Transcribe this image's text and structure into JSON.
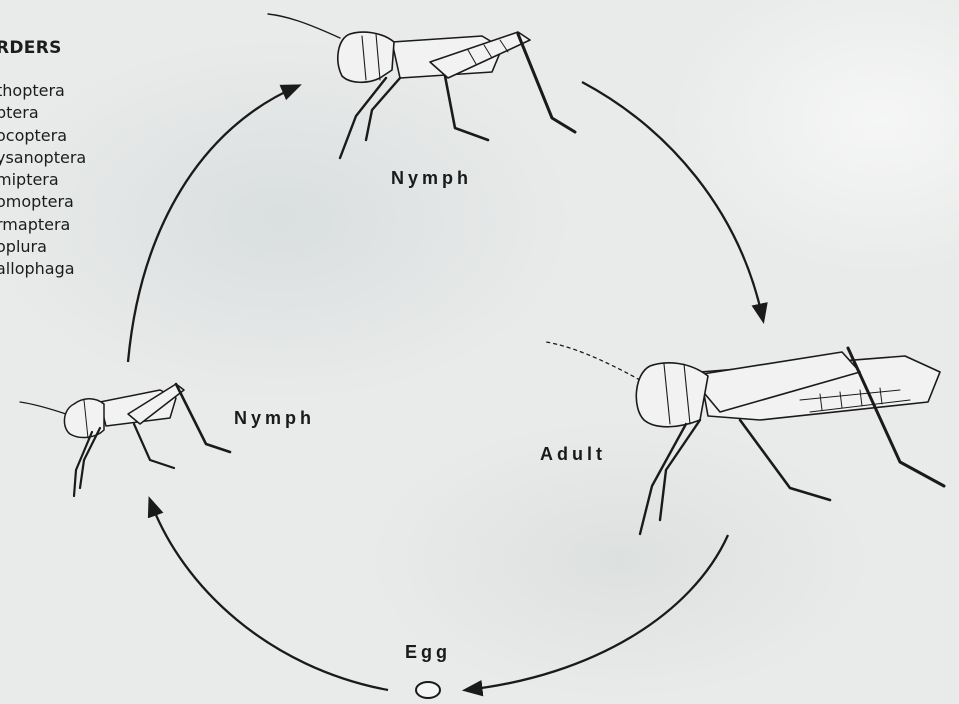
{
  "orders": {
    "title": "RDERS",
    "items": [
      "thoptera",
      "ptera",
      "ocoptera",
      "ysanoptera",
      "miptera",
      "omoptera",
      "rmaptera",
      "oplura",
      "allophaga"
    ]
  },
  "stages": {
    "nymph_top": "Nymph",
    "nymph_left": "Nymph",
    "adult": "Adult",
    "egg": "Egg"
  },
  "colors": {
    "ink": "#1a1a1a",
    "paper": "#e9ebea"
  }
}
